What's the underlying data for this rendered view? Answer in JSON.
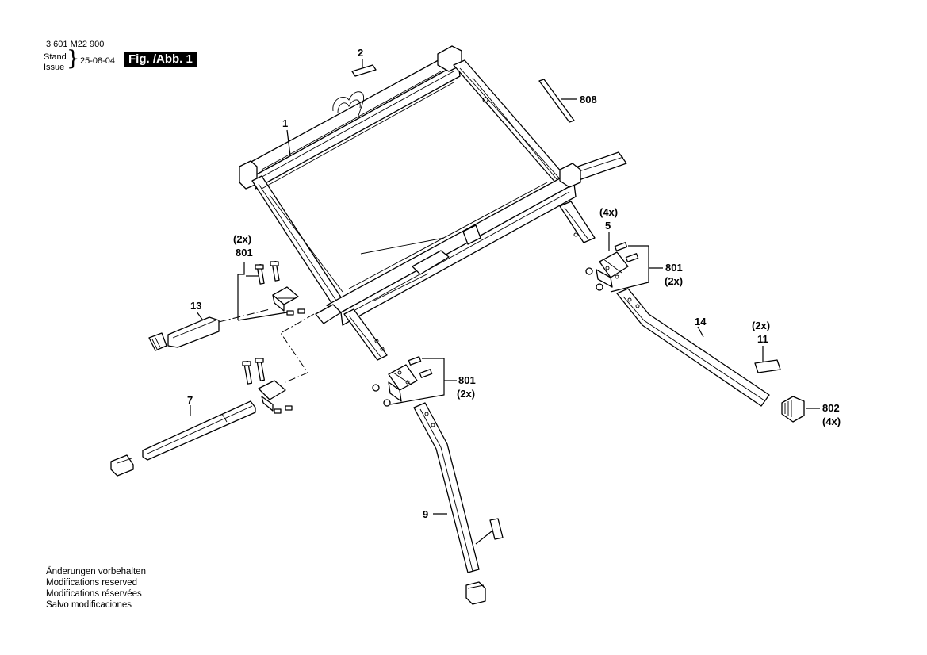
{
  "header": {
    "part_number": "3 601 M22 900",
    "stand_label": "Stand",
    "issue_label": "Issue",
    "date": "25-08-04",
    "figure": "Fig. /Abb. 1"
  },
  "footer": {
    "lines": [
      "Änderungen vorbehalten",
      "Modifications reserved",
      "Modifications réservées",
      "Salvo modificaciones"
    ]
  },
  "callouts": {
    "c1": "1",
    "c2": "2",
    "c808": "808",
    "c5_qty": "(4x)",
    "c5": "5",
    "c801_right": "801",
    "c801_right_qty": "(2x)",
    "c801_left_qty": "(2x)",
    "c801_left": "801",
    "c13": "13",
    "c14": "14",
    "c11_qty": "(2x)",
    "c11": "11",
    "c801_mid": "801",
    "c801_mid_qty": "(2x)",
    "c802": "802",
    "c802_qty": "(4x)",
    "c7": "7",
    "c9": "9"
  }
}
